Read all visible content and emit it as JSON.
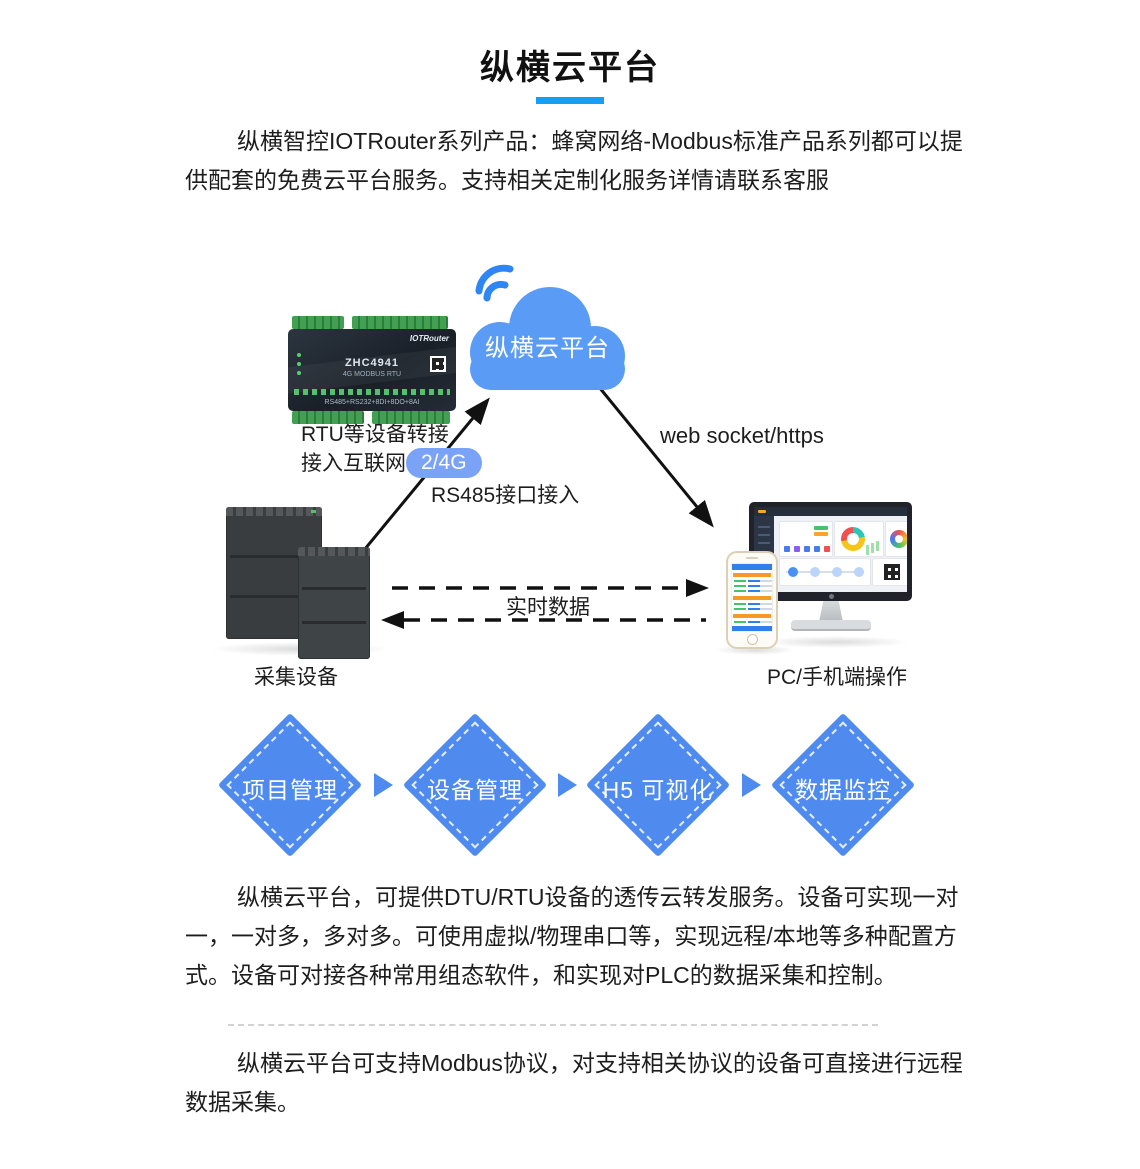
{
  "page": {
    "title": "纵横云平台"
  },
  "paragraphs": {
    "intro": "纵横智控IOTRouter系列产品：蜂窝网络-Modbus标准产品系列都可以提供配套的免费云平台服务。支持相关定制化服务详情请联系客服",
    "body1": "纵横云平台，可提供DTU/RTU设备的透传云转发服务。设备可实现一对一，一对多，多对多。可使用虚拟/物理串口等，实现远程/本地等多种配置方式。设备可对接各种常用组态软件，和实现对PLC的数据采集和控制。",
    "body2": "纵横云平台可支持Modbus协议，对支持相关协议的设备可直接进行远程数据采集。"
  },
  "diagram": {
    "cloud_label": "纵横云平台",
    "rtu_caption_line1": "RTU等设备转接",
    "rtu_caption_line2": "接入互联网",
    "badge_2_4g": "2/4G",
    "rs485_label": "RS485接口接入",
    "websocket_label": "web socket/https",
    "realtime_label": "实时数据",
    "collector_caption": "采集设备",
    "pc_caption": "PC/手机端操作",
    "device": {
      "brand": "IOTRouter",
      "model": "ZHC4941",
      "type": "4G MODBUS RTU",
      "ports": "RS485+RS232+8DI+8DO+8AI"
    }
  },
  "flow": {
    "steps": [
      "项目管理",
      "设备管理",
      "H5 可视化",
      "数据监控"
    ]
  },
  "colors": {
    "accent_blue": "#4f8bef",
    "cloud_blue": "#5a9bf5",
    "wifi_blue": "#2e86f5",
    "underline_blue": "#149ff5",
    "badge_blue": "#7aa3f7"
  }
}
